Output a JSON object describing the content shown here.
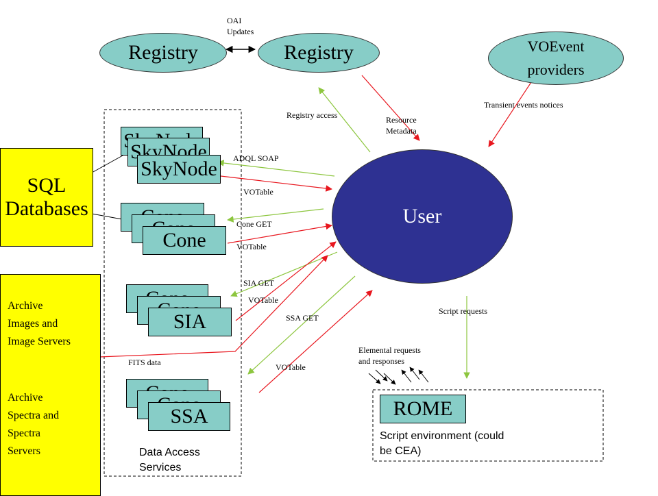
{
  "registry_left": "Registry",
  "registry_right": "Registry",
  "oai_updates": [
    "OAI",
    "Updates"
  ],
  "voevent": [
    "VOEvent",
    "providers"
  ],
  "transient": "Transient  events notices",
  "registry_access": "Registry access",
  "resource_metadata": [
    "Resource",
    "Metadata"
  ],
  "user": "User",
  "sql_databases": [
    "SQL",
    "Databases"
  ],
  "archive_images": [
    "Archive",
    "Images and",
    "Image Servers"
  ],
  "archive_spectra": [
    "Archive",
    "Spectra and",
    "Spectra",
    "Servers"
  ],
  "stack_labels": {
    "skynode": [
      "SkyNode",
      "SkyNode",
      "SkyNode"
    ],
    "cone": [
      "Cone",
      "Cone",
      "Cone"
    ],
    "sia": [
      "Cone",
      "Cone",
      "SIA"
    ],
    "ssa": [
      "Cone",
      "Cone",
      "SSA"
    ]
  },
  "data_access_services": [
    "Data Access",
    "Services"
  ],
  "arrow_labels": {
    "adql_soap": "ADQL SOAP",
    "votable_1": "VOTable",
    "cone_get": "Cone GET",
    "votable_2": "VOTable",
    "sia_get": "SIA GET",
    "votable_3": "VOTable",
    "ssa_get": "SSA GET",
    "votable_4": "VOTable",
    "fits_data": "FITS data",
    "script_requests": "Script requests"
  },
  "elemental": [
    "Elemental requests",
    "and responses"
  ],
  "rome": "ROME",
  "script_env": [
    "Script environment (could",
    "be CEA)"
  ],
  "colors": {
    "box": "#87cdc7",
    "user": "#2e3192",
    "yellow": "#ffff00",
    "red": "#e8161e",
    "green": "#8dc63f"
  }
}
